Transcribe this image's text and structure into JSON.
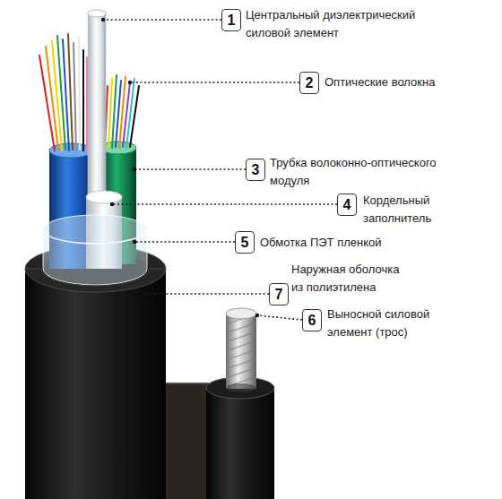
{
  "diagram": {
    "nodes": [
      {
        "text": [
          "1",
          "Центральный диэлектрический силовой элемент"
        ]
      },
      {
        "text": [
          "2",
          "Оптические волокна"
        ]
      },
      {
        "text": [
          "3",
          "Трубка волоконно-оптического модуля"
        ]
      },
      {
        "text": [
          "4",
          "Кордельный заполнитель"
        ]
      },
      {
        "text": [
          "5",
          "Обмотка ПЭТ пленкой"
        ]
      },
      {
        "text": [
          "7",
          "Наружная оболочка из полиэтилена"
        ]
      },
      {
        "text": [
          "6",
          "Выносной силовой элемент (трос)"
        ]
      }
    ]
  }
}
